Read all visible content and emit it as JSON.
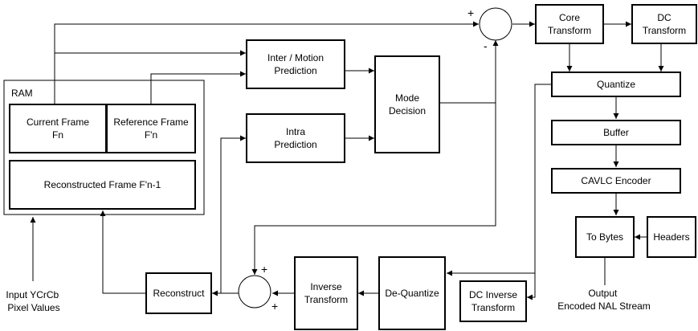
{
  "ram": {
    "label": "RAM"
  },
  "blocks": {
    "current_frame": [
      "Current Frame",
      "Fn"
    ],
    "reference_frame": [
      "Reference Frame",
      "F'n"
    ],
    "reconstructed_frame": [
      "Reconstructed Frame F'n-1"
    ],
    "inter_motion_prediction": [
      "Inter / Motion",
      "Prediction"
    ],
    "intra_prediction": [
      "Intra",
      "Prediction"
    ],
    "mode_decision": [
      "Mode",
      "Decision"
    ],
    "core_transform": [
      "Core",
      "Transform"
    ],
    "dc_transform": [
      "DC",
      "Transform"
    ],
    "quantize": [
      "Quantize"
    ],
    "buffer": [
      "Buffer"
    ],
    "cavlc_encoder": [
      "CAVLC Encoder"
    ],
    "to_bytes": [
      "To Bytes"
    ],
    "headers": [
      "Headers"
    ],
    "dc_inverse_transform": [
      "DC Inverse",
      "Transform"
    ],
    "de_quantize": [
      "De-Quantize"
    ],
    "inverse_transform": [
      "Inverse",
      "Transform"
    ],
    "reconstruct": [
      "Reconstruct"
    ]
  },
  "summers": {
    "top": {
      "plus": "+",
      "minus": "-"
    },
    "bottom": {
      "plus_top": "+",
      "plus_bottom": "+"
    }
  },
  "labels": {
    "input": [
      "Input YCrCb",
      "Pixel Values"
    ],
    "output": [
      "Output",
      "Encoded NAL Stream"
    ]
  }
}
